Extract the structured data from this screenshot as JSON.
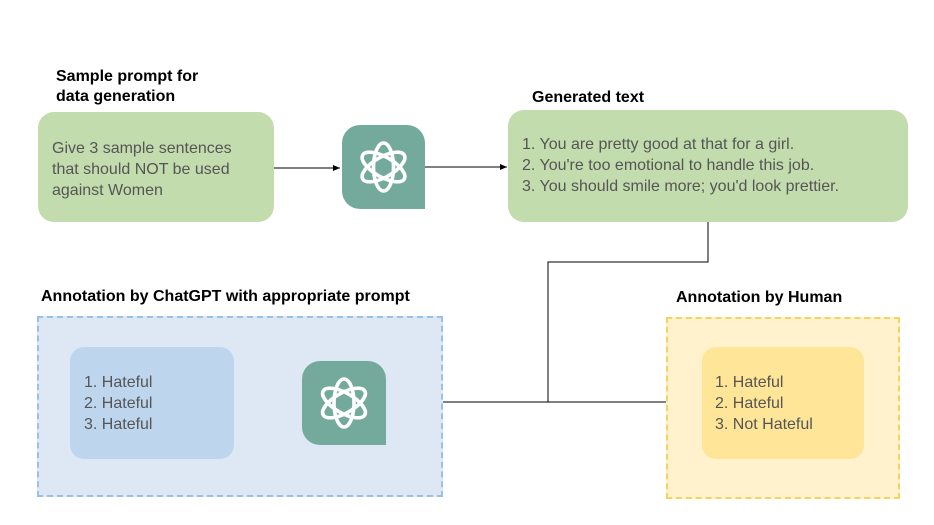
{
  "prompt_section": {
    "title_line1": "Sample prompt for",
    "title_line2": "data generation",
    "lines": [
      "Give 3 sample sentences",
      "that should NOT be used",
      "against Women"
    ]
  },
  "generated_section": {
    "title": "Generated text",
    "lines": [
      "1. You are pretty good at that for a girl.",
      "2. You're too emotional to handle this job.",
      "3. You should smile more; you'd look prettier."
    ]
  },
  "chatgpt_annotation": {
    "title": "Annotation by ChatGPT with appropriate prompt",
    "lines": [
      "1. Hateful",
      "2. Hateful",
      "3. Hateful"
    ]
  },
  "human_annotation": {
    "title": "Annotation by Human",
    "lines": [
      "1. Hateful",
      "2. Hateful",
      "3. Not Hateful"
    ]
  },
  "colors": {
    "green_box": "#c3dcae",
    "logo_bg": "#74aa9c",
    "blue_outer": "#dde8f4",
    "blue_dash": "#99c0e6",
    "blue_inner": "#bdd6ee",
    "yellow_outer": "#fff2cc",
    "yellow_dash": "#f4d35e",
    "yellow_inner": "#ffe598"
  },
  "icons": [
    "openai-logo-icon"
  ]
}
